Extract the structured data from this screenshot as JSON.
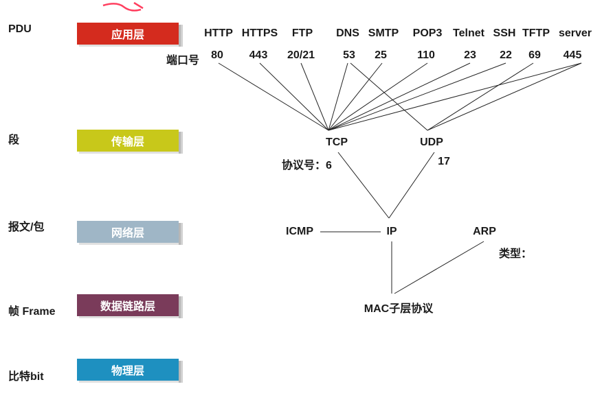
{
  "pdu_column": [
    {
      "key": "app",
      "label": "PDU"
    },
    {
      "key": "transport",
      "label": "段"
    },
    {
      "key": "network",
      "label": "报文/包"
    },
    {
      "key": "datalink",
      "label": "帧 Frame"
    },
    {
      "key": "physical",
      "label": "比特bit"
    }
  ],
  "layers": {
    "application": {
      "label": "应用层",
      "color": "#d42b1e"
    },
    "transport": {
      "label": "传输层",
      "color": "#c8c81a"
    },
    "network": {
      "label": "网络层",
      "color": "#9fb6c6"
    },
    "datalink": {
      "label": "数据链路层",
      "color": "#7a3b5a"
    },
    "physical": {
      "label": "物理层",
      "color": "#1e90c0"
    }
  },
  "port_label": "端口号",
  "protocols": [
    {
      "name": "HTTP",
      "port": "80"
    },
    {
      "name": "HTTPS",
      "port": "443"
    },
    {
      "name": "FTP",
      "port": "20/21"
    },
    {
      "name": "DNS",
      "port": "53"
    },
    {
      "name": "SMTP",
      "port": "25"
    },
    {
      "name": "POP3",
      "port": "110"
    },
    {
      "name": "Telnet",
      "port": "23"
    },
    {
      "name": "SSH",
      "port": "22"
    },
    {
      "name": "TFTP",
      "port": "69"
    },
    {
      "name": "server",
      "port": "445"
    }
  ],
  "transport": {
    "tcp": "TCP",
    "udp": "UDP",
    "proto_num_label": "协议号：6",
    "udp_num": "17"
  },
  "network": {
    "icmp": "ICMP",
    "ip": "IP",
    "arp": "ARP",
    "type_label": "类型："
  },
  "datalink": {
    "mac": "MAC子层协议"
  },
  "accent_scribble_color": "#ff4060"
}
